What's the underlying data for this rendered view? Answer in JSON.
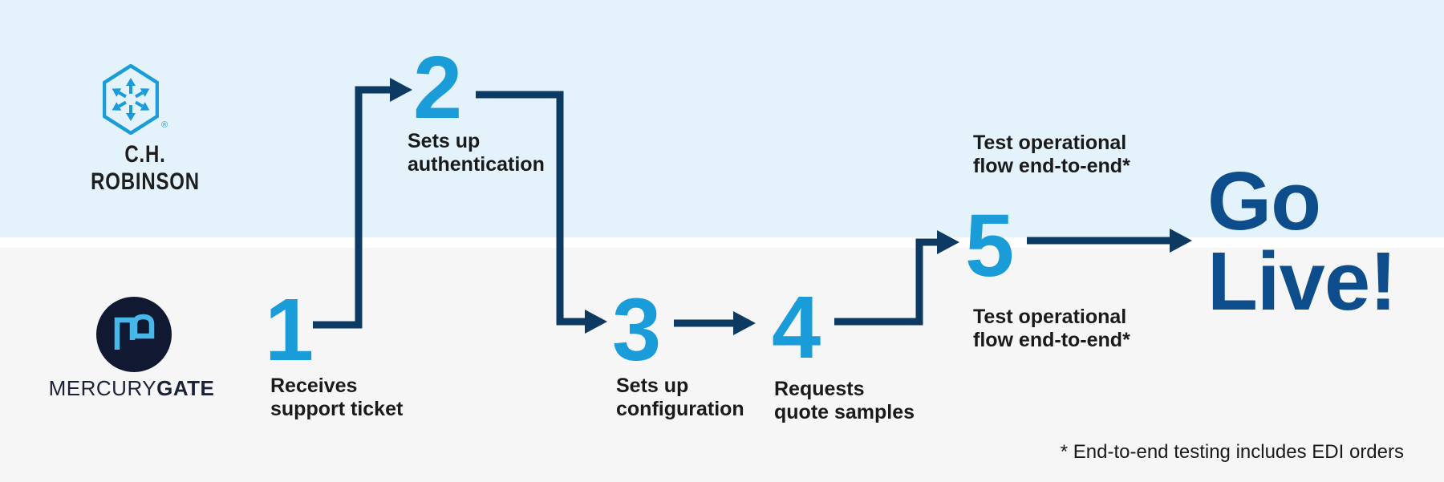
{
  "lanes": {
    "top": {
      "brand": "C.H. ROBINSON",
      "trademark": "®"
    },
    "bottom": {
      "brand_primary": "MERCURY",
      "brand_secondary": "GATE"
    }
  },
  "steps": [
    {
      "number": "1",
      "label": "Receives\nsupport ticket"
    },
    {
      "number": "2",
      "label": "Sets up\nauthentication"
    },
    {
      "number": "3",
      "label": "Sets up\nconfiguration"
    },
    {
      "number": "4",
      "label": "Requests\nquote samples"
    },
    {
      "number": "5",
      "label_top": "Test operational\nflow end-to-end*",
      "label_bottom": "Test operational\nflow end-to-end*"
    }
  ],
  "go_live": {
    "text": "Go\nLive!"
  },
  "footnote": {
    "text": "* End-to-end testing includes EDI orders"
  },
  "colors": {
    "step_number_blue": "#1A9CD9",
    "arrow_navy": "#0C3A63",
    "go_live_blue": "#0E4D8C",
    "lane_top_background": "#E3F2FB",
    "lane_bottom_background": "#F6F6F7",
    "divider_white": "#FFFFFF",
    "label_text": "#1A1A1A",
    "mg_circle": "#101931",
    "mg_monogram_blue": "#47B7E9"
  }
}
